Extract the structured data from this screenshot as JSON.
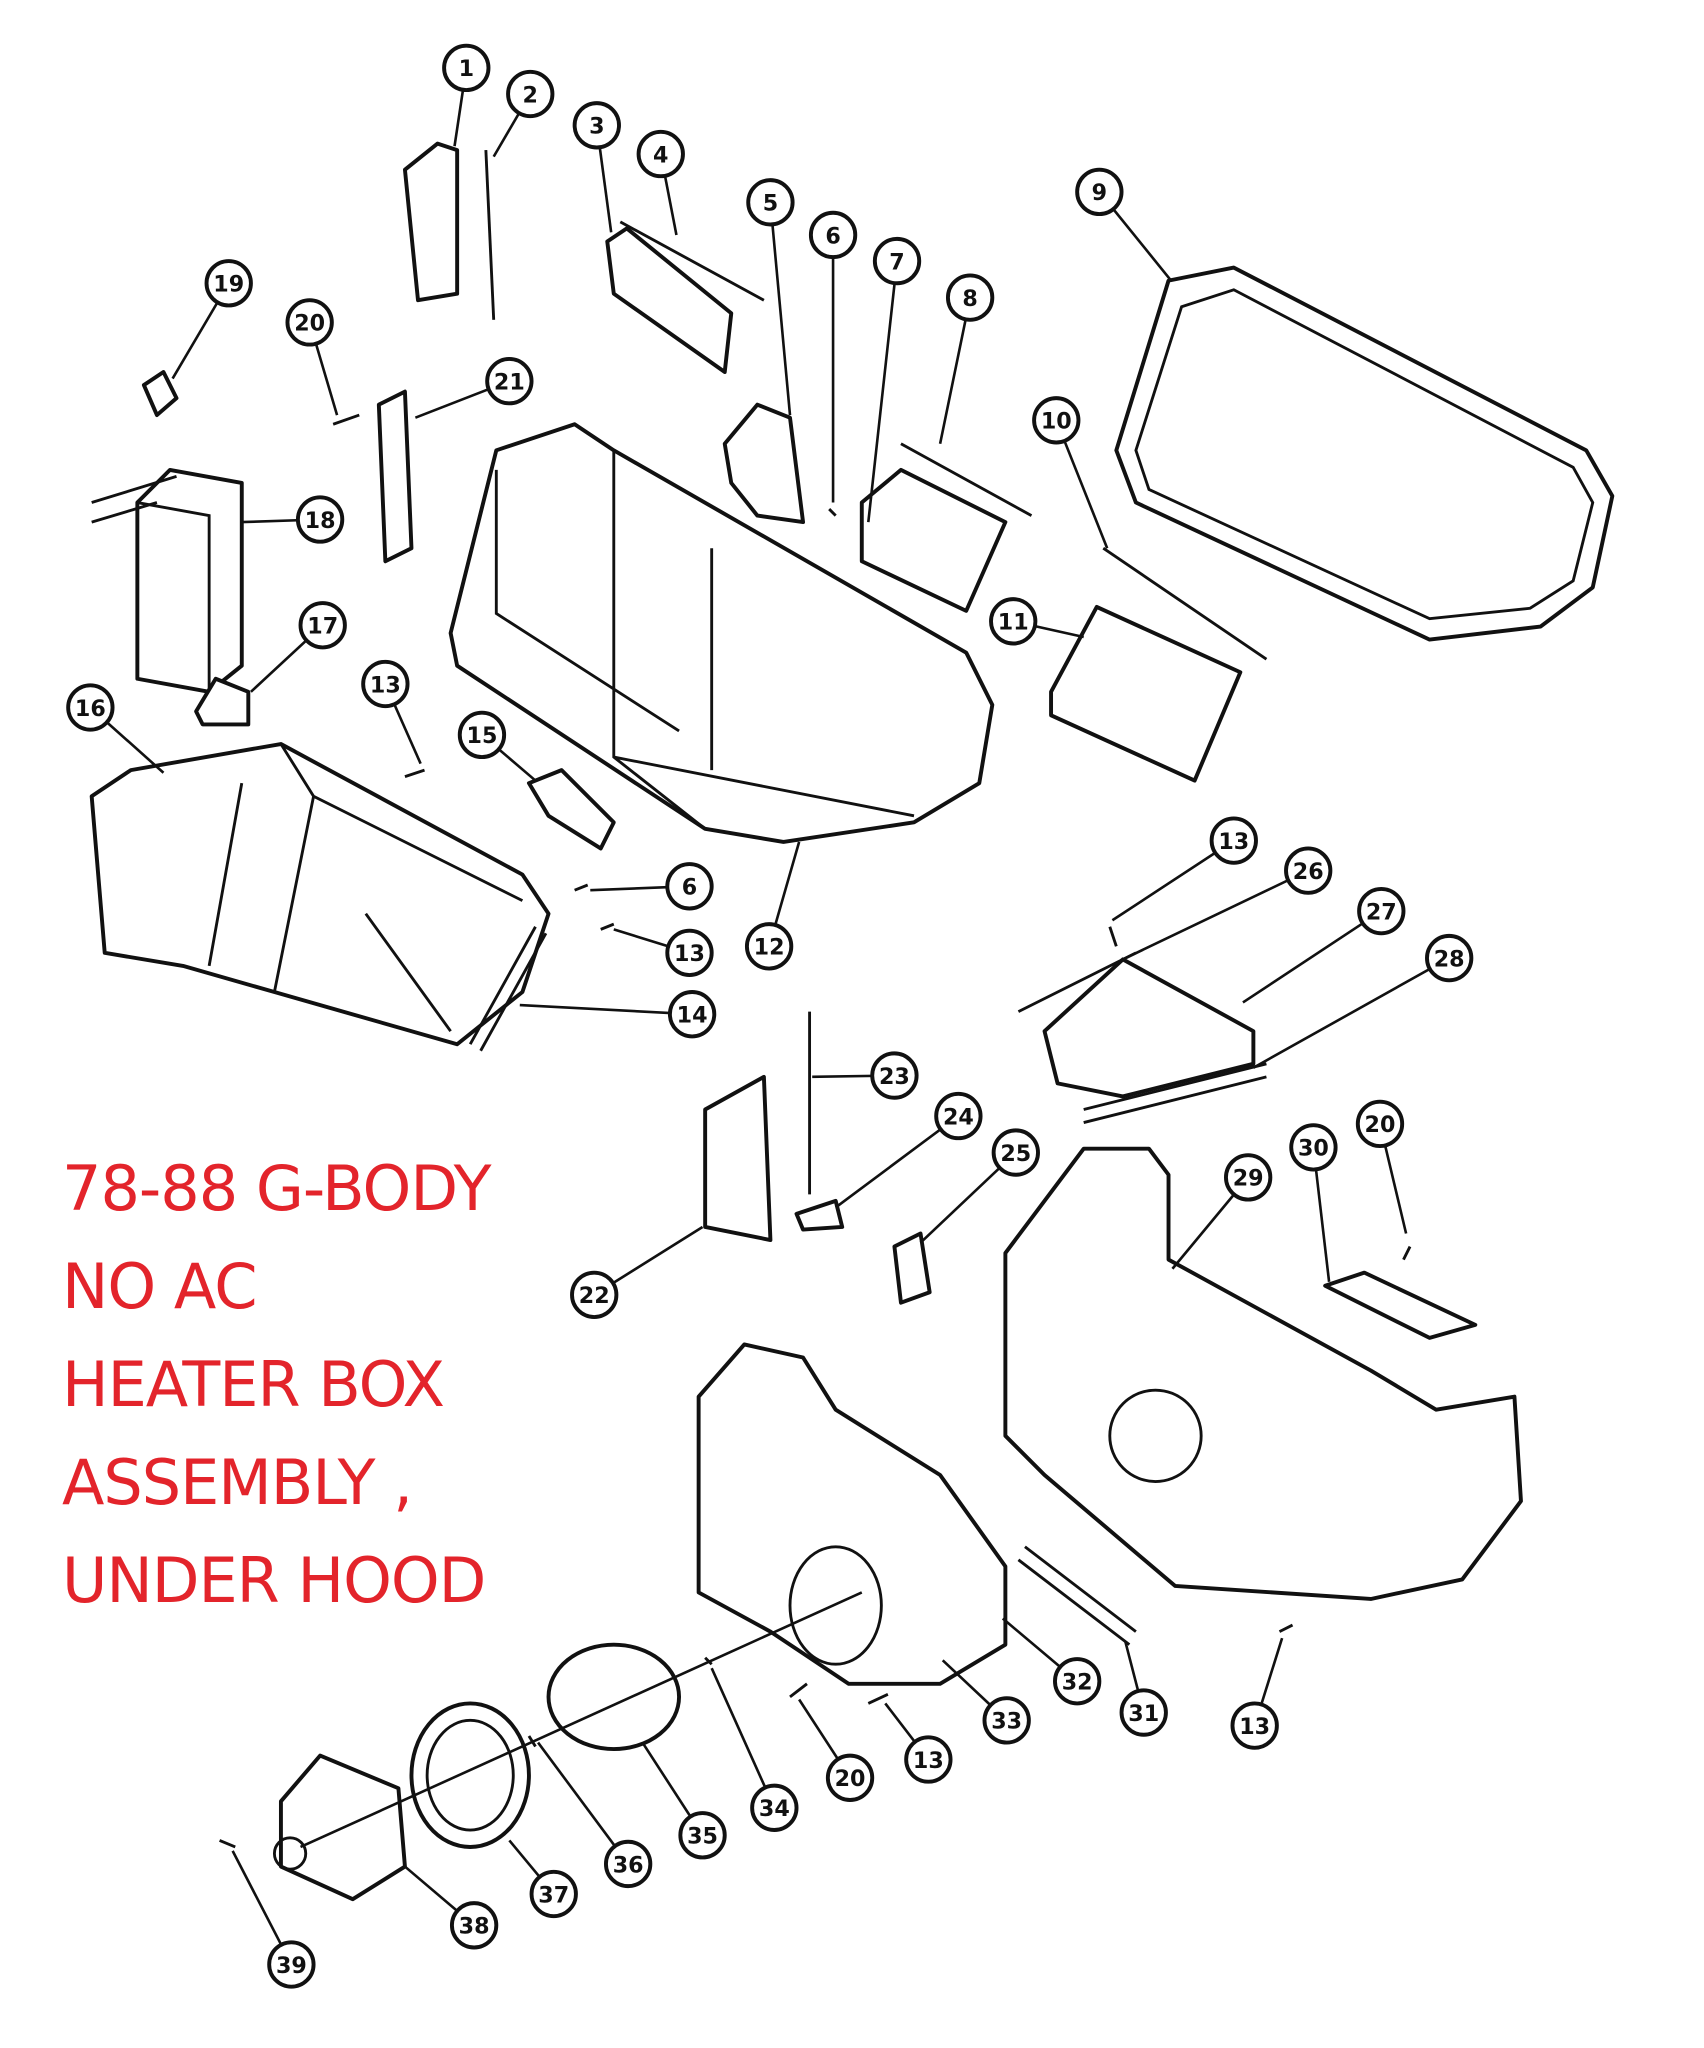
{
  "title_lines": [
    "78-88 G-BODY",
    "NO AC",
    "HEATER BOX",
    "ASSEMBLY ,",
    "UNDER HOOD"
  ],
  "callouts": [
    "1",
    "2",
    "3",
    "4",
    "5",
    "6",
    "7",
    "8",
    "9",
    "10",
    "11",
    "12",
    "13",
    "14",
    "15",
    "16",
    "17",
    "18",
    "19",
    "20",
    "21",
    "6",
    "13",
    "13",
    "26",
    "27",
    "28",
    "23",
    "24",
    "25",
    "22",
    "29",
    "30",
    "20",
    "13",
    "31",
    "32",
    "33",
    "13",
    "20",
    "34",
    "35",
    "36",
    "37",
    "38",
    "39"
  ],
  "colors": {
    "title": "#e3242b",
    "line": "#111111",
    "background": "#ffffff"
  }
}
